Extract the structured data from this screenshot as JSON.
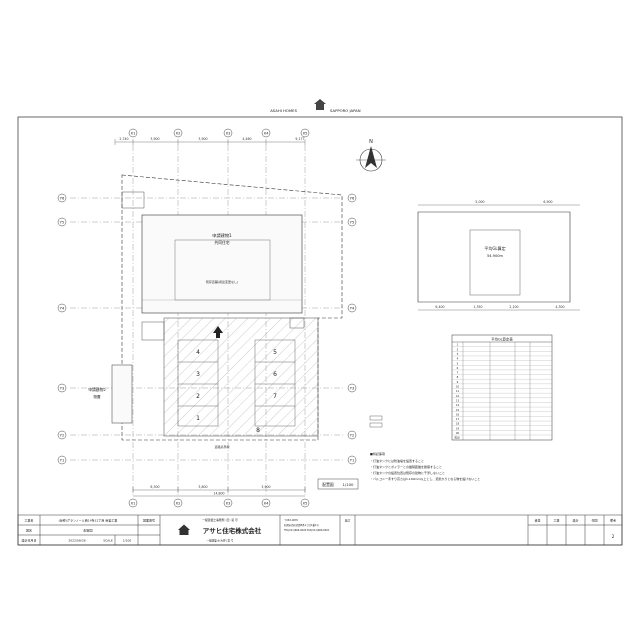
{
  "header": {
    "brand_left": "ASAHI HOMES",
    "brand_right": "SAPPORO JAPAN"
  },
  "north": {
    "label": "N"
  },
  "grid_labels": {
    "top": [
      "X1",
      "X2",
      "X3",
      "X4",
      "X5"
    ],
    "bottom": [
      "X1",
      "X2",
      "X3",
      "X4",
      "X5"
    ],
    "left": [
      "Y6",
      "Y5",
      "Y4",
      "Y3",
      "Y2",
      "Y1"
    ],
    "right": [
      "Y6",
      "Y5",
      "Y4",
      "Y3",
      "Y2",
      "Y1"
    ]
  },
  "dims": {
    "top_row": [
      "2,740",
      "3,900",
      "3,900",
      "4,460"
    ],
    "top_total": "9,177",
    "bottom_row": [
      "6,300",
      "3,800",
      "3,900"
    ],
    "bottom_total": "14,800"
  },
  "plan": {
    "building1_label": "申請建物1",
    "building1_sub": "共同住宅",
    "building2_label": "申請建物2",
    "building2_sub": "物置",
    "note_center": "既存店舗(用途変更なし)",
    "parking_numbers": [
      "4",
      "3",
      "2",
      "1",
      "5",
      "6",
      "7",
      "8"
    ],
    "road_label": "道路境界線",
    "scale_label": "配置図",
    "scale_value": "1/100"
  },
  "small_plan": {
    "label": "平均GL算定",
    "value": "54.900m",
    "dims_top": [
      "5,000",
      "6,900"
    ],
    "dims_bottom": [
      "6,400",
      "1,350",
      "2,100",
      "4,300"
    ]
  },
  "gl_table": {
    "title": "平均GL算定表",
    "rows": [
      "1",
      "2",
      "3",
      "4",
      "5",
      "6",
      "7",
      "8",
      "9",
      "10",
      "11",
      "12",
      "13",
      "14",
      "15",
      "16",
      "17",
      "18",
      "19",
      "20"
    ],
    "total_label": "合計"
  },
  "notes": {
    "heading": "■特記事項",
    "lines": [
      "・灯油タンクには防油堤を設置すること",
      "・灯油タンクとボイラーとの離隔距離を確保すること",
      "・灯油タンクの設置位置は既存の建物に干渉しないこと",
      "・バルコニー手すり高さは1,100mm以上とし、足掛かりとなる物を設けないこと"
    ]
  },
  "title_block": {
    "project_label": "工事名",
    "project_name": "(仮称)グランノール西14条12丁目 新築工事",
    "drawing_label": "図名",
    "drawing_name": "配置図",
    "date_label": "設計年月日",
    "date": "2022/08/26",
    "scale_label": "SCALE",
    "scale": "1/100",
    "sheet_label": "図面番号",
    "license": "一級建築士事務所 (石) 第 号",
    "company": "アサヒ住宅株式会社",
    "company_sub": "一級建築士(大臣) 第 号",
    "address_lines": [
      "〒063-0035",
      "札幌市西区西野5条1丁目1番1号",
      "TEL(011)666-0000 FAX(011)666-0001"
    ],
    "revision_label": "改訂",
    "approvals": [
      "審査",
      "工事",
      "設計",
      "作図",
      "備考"
    ],
    "page_no": "2"
  }
}
